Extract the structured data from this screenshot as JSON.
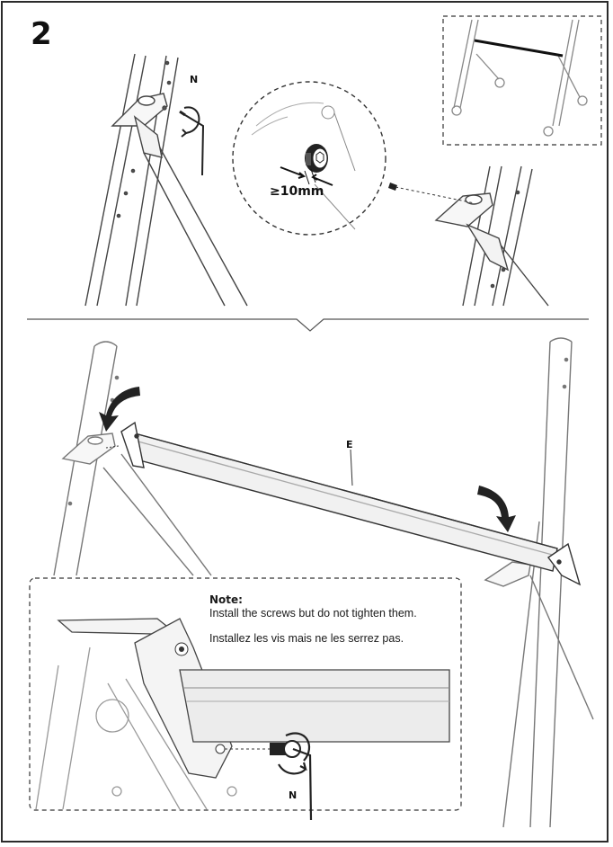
{
  "step": {
    "number": "2"
  },
  "labels": {
    "screw_top": "N",
    "screw_bottom": "N",
    "crossbar": "E",
    "min_length": "≥10mm"
  },
  "note": {
    "title": "Note:",
    "english": "Install the screws but do not tighten them.",
    "french": "Installez les vis mais ne les serrez pas."
  },
  "icons": [
    "hex-key-icon",
    "screw-icon",
    "rotate-arrow-icon",
    "curved-arrow-icon"
  ]
}
